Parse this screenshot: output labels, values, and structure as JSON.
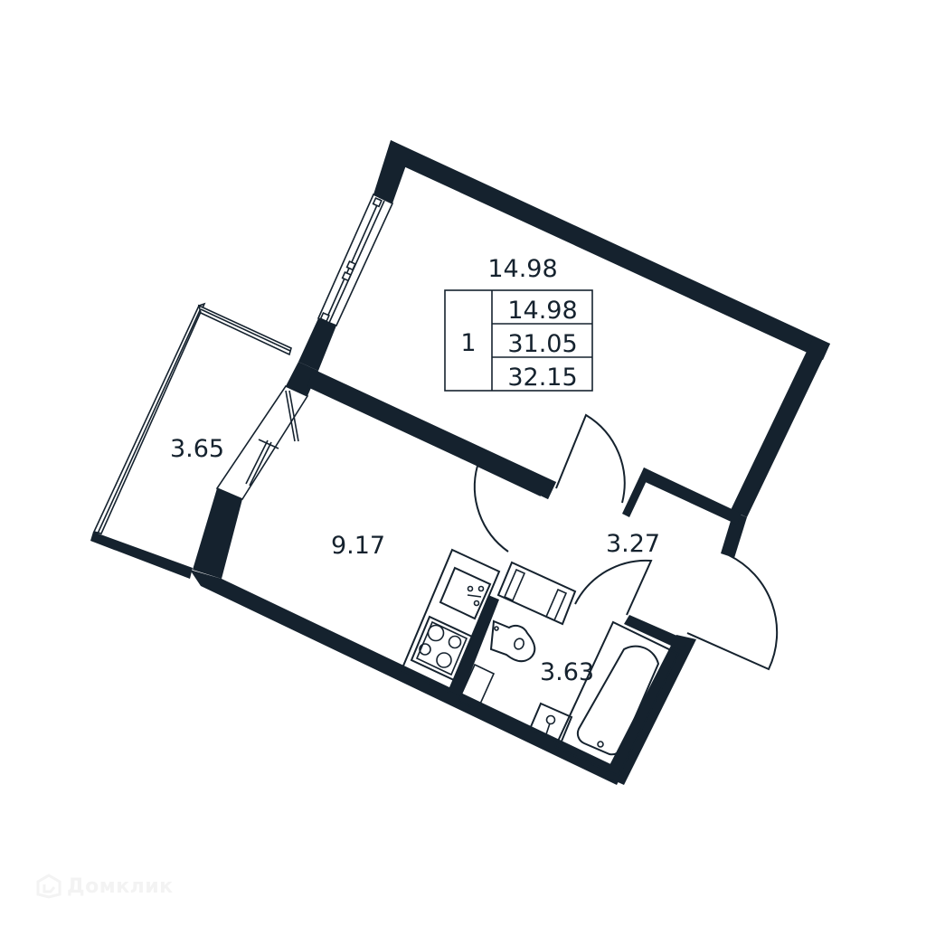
{
  "plan": {
    "type": "apartment-floor-plan",
    "rooms": [
      {
        "id": "living-room",
        "area": "14.98"
      },
      {
        "id": "kitchen",
        "area": "9.17"
      },
      {
        "id": "hallway",
        "area": "3.27"
      },
      {
        "id": "bathroom",
        "area": "3.63"
      },
      {
        "id": "balcony",
        "area": "3.65"
      }
    ],
    "summary": {
      "room_count": "1",
      "living_area": "14.98",
      "total_area": "31.05",
      "total_with_balcony": "32.15"
    }
  },
  "colors": {
    "wall": "#15222e",
    "background": "#ffffff",
    "watermark": "#f3f3f3"
  },
  "watermark": {
    "text": "Домклик",
    "icon": "domclick-house-icon"
  }
}
